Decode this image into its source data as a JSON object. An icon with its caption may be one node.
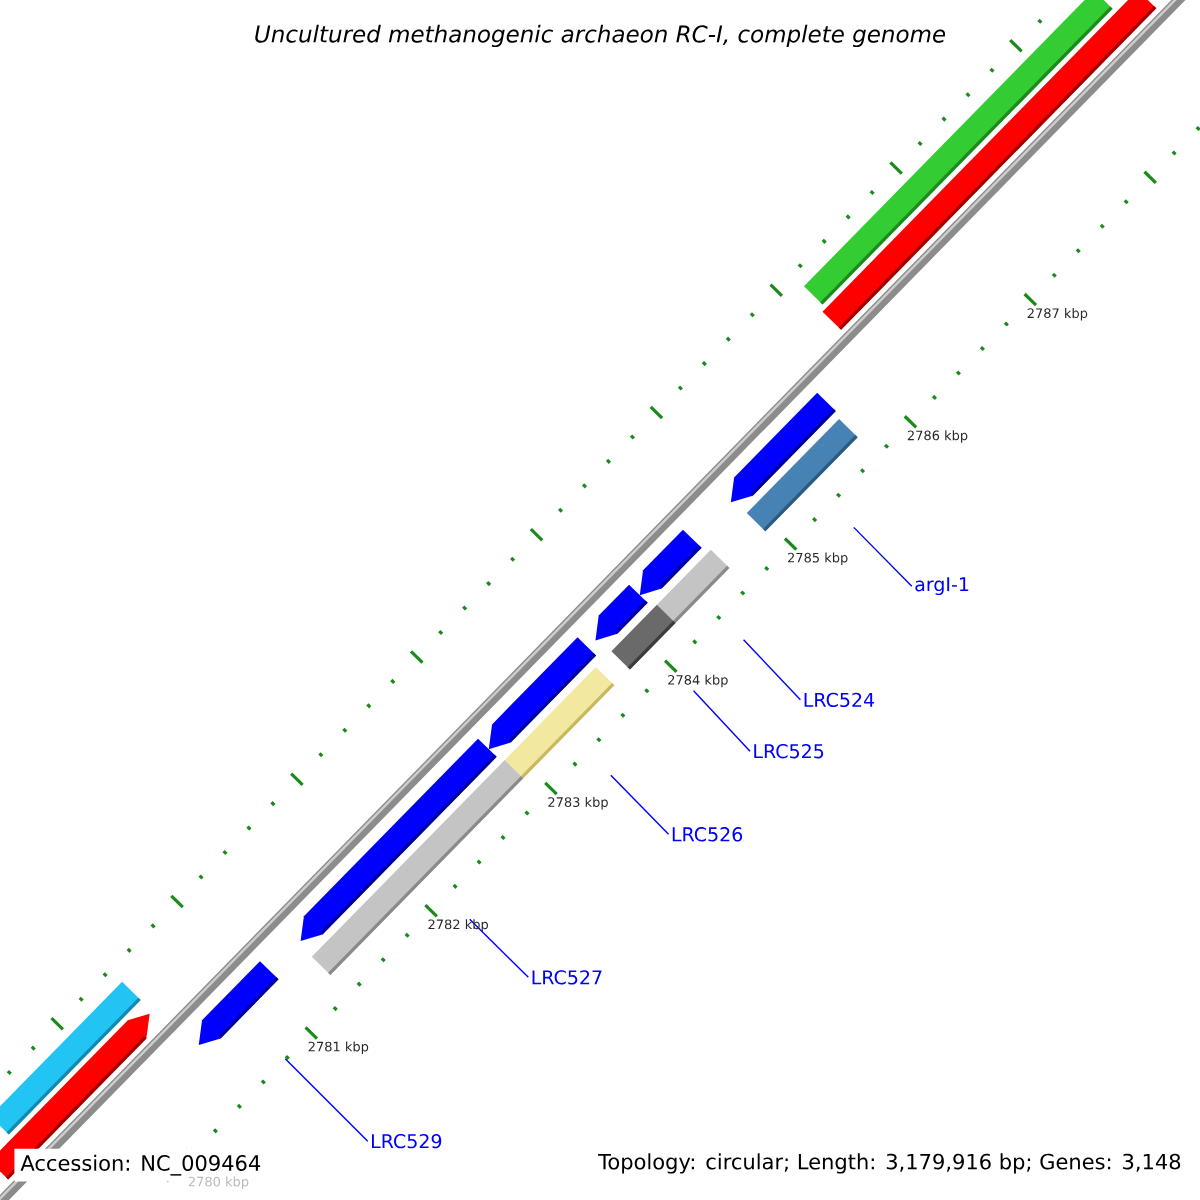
{
  "diagram": {
    "title": "Uncultured methanogenic archaeon RC-I, complete genome",
    "nodes": [
      {
        "text": [],
        "shape": "bar"
      },
      {
        "text": [],
        "shape": "bar"
      },
      {
        "text": [],
        "shape": "arrow"
      },
      {
        "text": [],
        "shape": "bar"
      },
      {
        "text": [],
        "shape": "arrow"
      },
      {
        "text": [],
        "shape": "bar"
      },
      {
        "text": [],
        "shape": "arrow"
      },
      {
        "text": [],
        "shape": "bar"
      },
      {
        "text": [],
        "shape": "arrow"
      },
      {
        "text": [],
        "shape": "bar"
      },
      {
        "text": [],
        "shape": "arrow"
      },
      {
        "text": [],
        "shape": "bar"
      },
      {
        "text": [],
        "shape": "arrow"
      },
      {
        "text": [],
        "shape": "bar"
      },
      {
        "text": [],
        "shape": "arrow"
      },
      {
        "text": [
          "argI-1"
        ]
      },
      {
        "text": [
          "LRC524"
        ]
      },
      {
        "text": [
          "LRC525"
        ]
      },
      {
        "text": [
          "LRC526"
        ]
      },
      {
        "text": [
          "LRC527"
        ]
      },
      {
        "text": [
          "LRC529"
        ]
      }
    ],
    "edges": [
      {
        "from": 15,
        "to": 3,
        "arrow": "none"
      },
      {
        "from": 16,
        "to": 5,
        "arrow": "none"
      },
      {
        "from": 17,
        "to": 7,
        "arrow": "none"
      },
      {
        "from": 18,
        "to": 9,
        "arrow": "none"
      },
      {
        "from": 19,
        "to": 11,
        "arrow": "none"
      },
      {
        "from": 20,
        "to": 12,
        "arrow": "none"
      }
    ],
    "labels": [
      "2787 kbp",
      "2786 kbp",
      "2785 kbp",
      "2784 kbp",
      "2783 kbp",
      "2782 kbp",
      "2781 kbp",
      "2780 kbp",
      "Accession: NC_009464",
      "Topology: circular; Length: 3,179,916 bp; Genes: 3,148"
    ]
  }
}
